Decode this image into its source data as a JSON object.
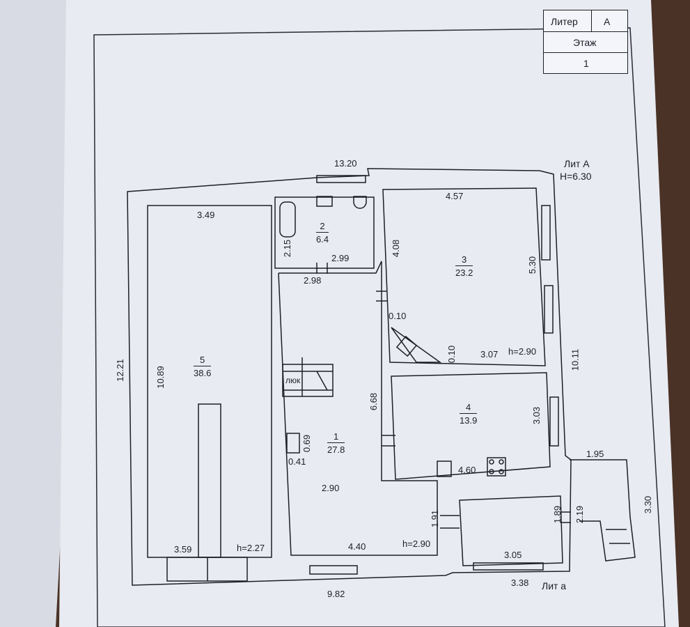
{
  "stamp": {
    "liter_label": "Литер",
    "liter_value": "А",
    "floor_label": "Этаж",
    "floor_value": "1"
  },
  "building": {
    "lit_main": "Лит А",
    "height_main": "H=6.30",
    "lit_annex": "Лит а"
  },
  "rooms": [
    {
      "number": "1",
      "area": "27.8"
    },
    {
      "number": "2",
      "area": "6.4"
    },
    {
      "number": "3",
      "area": "23.2"
    },
    {
      "number": "4",
      "area": "13.9"
    },
    {
      "number": "5",
      "area": "38.6"
    }
  ],
  "dimensions": {
    "overall_top": "13.20",
    "overall_left": "12.21",
    "overall_bottom": "9.82",
    "right_side": "10.11",
    "r5_top": "3.49",
    "r5_side": "10.89",
    "r5_bottom": "3.59",
    "r5_height": "h=2.27",
    "r2_side": "2.15",
    "r2_bottom": "2.99",
    "r1_top": "2.98",
    "r1_side": "6.68",
    "r1_mid": "2.90",
    "r1_bottom": "4.40",
    "r1_height": "h=2.90",
    "niche_w": "0.41",
    "niche_h": "0.69",
    "r3_top": "4.57",
    "r3_left": "4.08",
    "r3_right": "5.30",
    "r3_bottom": "3.07",
    "r3_height": "h=2.90",
    "chimney_a": "0.10",
    "chimney_b": "0.10",
    "r4_right": "3.03",
    "r4_bottom": "4.60",
    "annex_left": "1.91",
    "annex_right": "1.89",
    "annex_bottom": "3.05",
    "annex_outer": "3.38",
    "annex_wall": "2.19",
    "porch_top": "1.95",
    "porch_side": "3.30"
  },
  "stair_label": "люк"
}
